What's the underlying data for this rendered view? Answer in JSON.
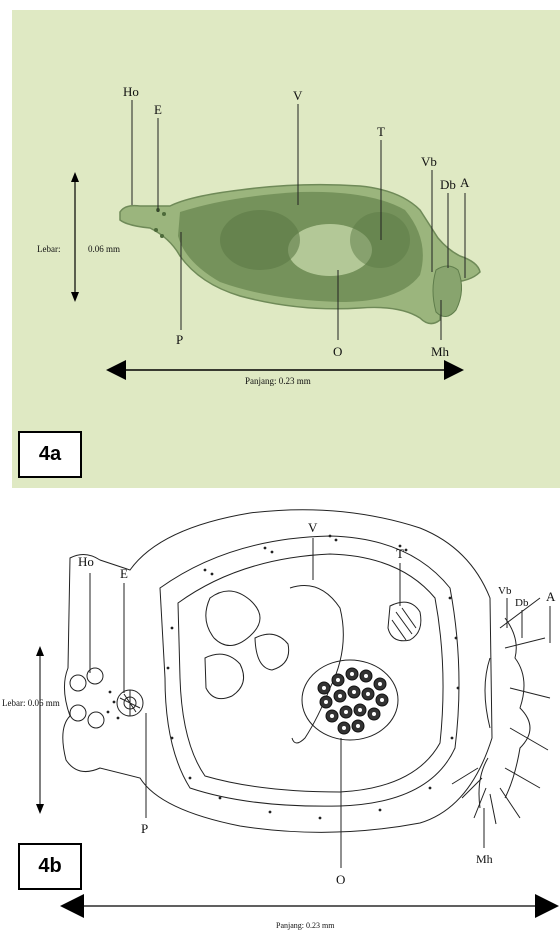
{
  "panel_a": {
    "tag": "4a",
    "labels": {
      "Ho": "Ho",
      "E": "E",
      "V": "V",
      "T": "T",
      "Vb": "Vb",
      "Db": "Db",
      "A": "A",
      "P": "P",
      "O": "O",
      "Mh": "Mh"
    },
    "width_label": "Lebar:",
    "width_value": "0.06 mm",
    "length_label": "Panjang: 0.23 mm",
    "colors": {
      "background": "#dfe9c3",
      "body": "#7d9a62",
      "body_dark": "#5f7d4b"
    }
  },
  "panel_b": {
    "tag": "4b",
    "labels": {
      "Ho": "Ho",
      "E": "E",
      "V": "V",
      "T": "T",
      "Vb": "Vb",
      "Db": "Db",
      "A": "A",
      "P": "P",
      "O": "O",
      "Mh": "Mh"
    },
    "width_label": "Lebar: 0.06 mm",
    "length_label": "Panjang: 0.23 mm"
  }
}
